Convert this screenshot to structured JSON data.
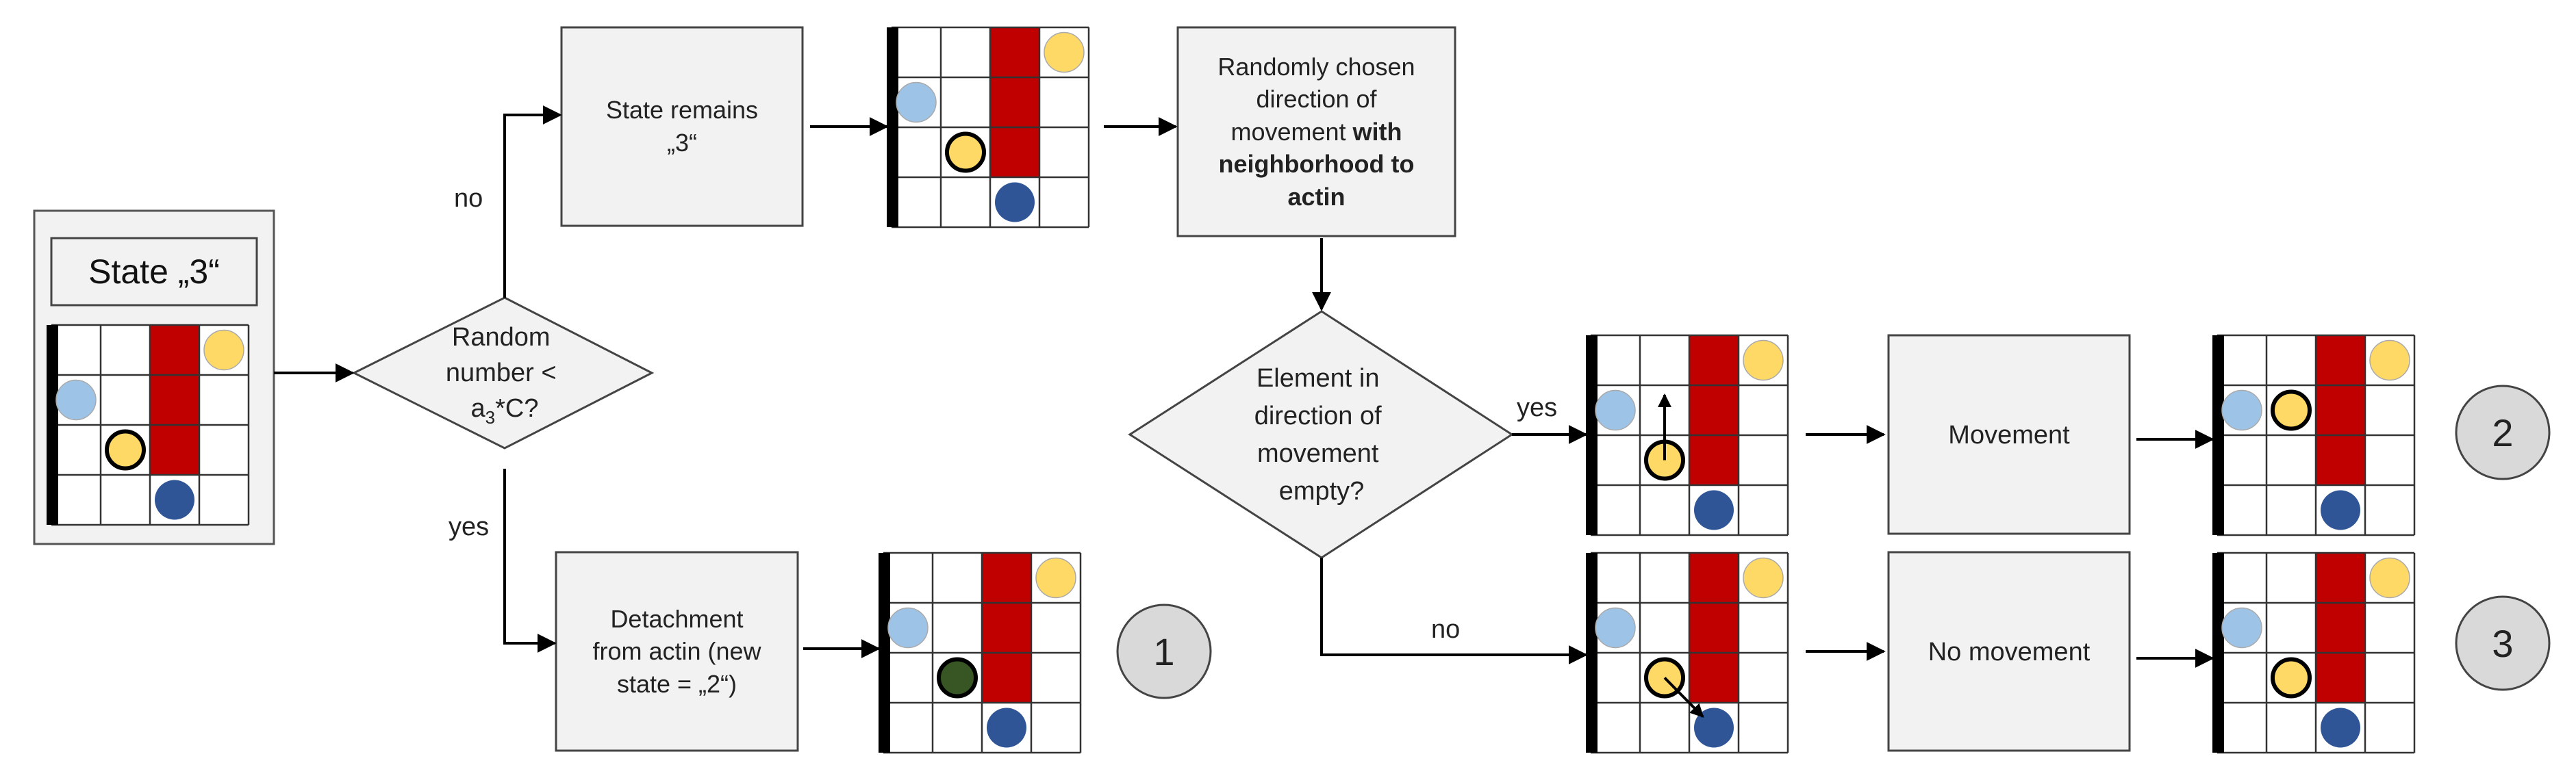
{
  "state_title": "State „3“",
  "nodes": {
    "decision_random_line1": "Random",
    "decision_random_line2": "number <",
    "decision_random_a": "a",
    "decision_random_sub": "3",
    "decision_random_rest": "*C?",
    "state_remains_line1": "State remains",
    "state_remains_line2": "„3“",
    "detachment_line1": "Detachment",
    "detachment_line2": "from actin (new",
    "detachment_line3": "state = „2“)",
    "random_dir_line1": "Randomly chosen",
    "random_dir_line2": "direction of",
    "random_dir_line3_normal": "movement ",
    "random_dir_line3_bold": "with",
    "random_dir_line4": "neighborhood to",
    "random_dir_line5": "actin",
    "element_line1": "Element in",
    "element_line2": "direction of",
    "element_line3": "movement",
    "element_line4": "empty?",
    "movement": "Movement",
    "no_movement": "No movement"
  },
  "edge_labels": {
    "no_top": "no",
    "yes_bottom": "yes",
    "yes_right": "yes",
    "no_right": "no"
  },
  "outcomes": [
    "1",
    "2",
    "3"
  ],
  "colors": {
    "actin_red": "#c00000",
    "yellow": "#ffd966",
    "light_blue": "#9dc3e6",
    "dark_blue": "#2f5597",
    "dark_green": "#375623",
    "box_fill": "#f2f2f2",
    "circle_fill": "#d9d9d9"
  }
}
